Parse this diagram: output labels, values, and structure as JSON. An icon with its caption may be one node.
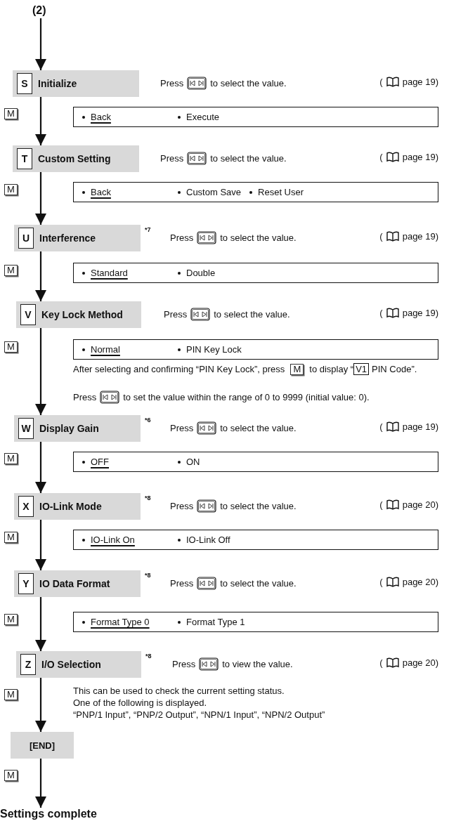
{
  "diagram": {
    "nodes": [
      {
        "text": [
          "(2)"
        ]
      },
      {
        "text": [
          "S",
          "Initialize"
        ]
      },
      {
        "text": [
          "Back",
          "Execute"
        ]
      },
      {
        "text": [
          "T",
          "Custom Setting"
        ]
      },
      {
        "text": [
          "Back",
          "Custom Save",
          "Reset User"
        ]
      },
      {
        "text": [
          "U",
          "Interference"
        ],
        "beside": [
          "*7"
        ]
      },
      {
        "text": [
          "Standard",
          "Double"
        ]
      },
      {
        "text": [
          "V",
          "Key Lock Method"
        ]
      },
      {
        "text": [
          "Normal",
          "PIN Key Lock"
        ]
      },
      {
        "text": [
          "W",
          "Display Gain"
        ],
        "beside": [
          "*6"
        ]
      },
      {
        "text": [
          "OFF",
          "ON"
        ]
      },
      {
        "text": [
          "X",
          "IO-Link Mode"
        ],
        "beside": [
          "*8"
        ]
      },
      {
        "text": [
          "IO-Link On",
          "IO-Link Off"
        ]
      },
      {
        "text": [
          "Y",
          "IO Data Format"
        ],
        "beside": [
          "*8"
        ]
      },
      {
        "text": [
          "Format Type 0",
          "Format Type 1"
        ]
      },
      {
        "text": [
          "Z",
          "I/O Selection"
        ],
        "beside": [
          "*8"
        ]
      },
      {
        "text": [
          "[END]"
        ]
      },
      {
        "text": [
          "Settings complete"
        ]
      }
    ],
    "edges": [
      {
        "from": 0,
        "to": 1,
        "arrow": "to"
      },
      {
        "from": 1,
        "to": 3,
        "arrow": "to"
      },
      {
        "from": 3,
        "to": 5,
        "arrow": "to"
      },
      {
        "from": 5,
        "to": 7,
        "arrow": "to"
      },
      {
        "from": 7,
        "to": 9,
        "arrow": "to"
      },
      {
        "from": 9,
        "to": 11,
        "arrow": "to"
      },
      {
        "from": 11,
        "to": 13,
        "arrow": "to"
      },
      {
        "from": 13,
        "to": 15,
        "arrow": "to"
      },
      {
        "from": 15,
        "to": 16,
        "arrow": "to"
      },
      {
        "from": 16,
        "to": 17,
        "arrow": "to"
      }
    ],
    "labels": [
      "Press",
      "to select the value.",
      "(",
      "page 19)",
      "M",
      "Press",
      "to select the value.",
      "(",
      "page 19)",
      "M",
      "Press",
      "to select the value.",
      "(",
      "page 19)",
      "M",
      "Press",
      "to select the value.",
      "(",
      "page 19)",
      "M",
      "After selecting and confirming “PIN Key Lock”, press",
      "M",
      "to display “",
      "V1",
      "PIN Code”.",
      "Press",
      "to set the value within the range of 0 to 9999 (initial value: 0).",
      "Press",
      "to select the value.",
      "(",
      "page 19)",
      "M",
      "Press",
      "to select the value.",
      "(",
      "page 20)",
      "M",
      "Press",
      "to select the value.",
      "(",
      "page 20)",
      "M",
      "Press",
      "to view the value.",
      "(",
      "page 20)",
      "M",
      "This can be used to check the current setting status.",
      "One of the following is displayed.",
      "“PNP/1 Input”, “PNP/2 Output”, “NPN/1 Input”, “NPN/2 Output”",
      "M"
    ]
  }
}
